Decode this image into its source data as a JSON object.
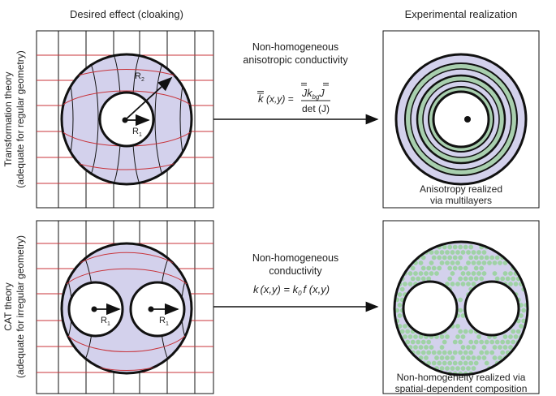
{
  "headers": {
    "left": "Desired effect (cloaking)",
    "right": "Experimental realization"
  },
  "row_labels": {
    "top": {
      "line1": "Transformation theory",
      "line2": "(adequate for regular geometry)"
    },
    "bottom": {
      "line1": "CAT theory",
      "line2": "(adequate for irregular geometry)"
    }
  },
  "top_row": {
    "arrow_text": {
      "line1": "Non-homogeneous",
      "line2": "anisotropic conductivity"
    },
    "formula": {
      "lhs": "k",
      "args": "(x,y) =",
      "numerator": "Jk",
      "numerator_sub": "bg",
      "numerator_end": "J",
      "denominator": "det (J)"
    },
    "cloak_labels": {
      "outer_radius": "R",
      "outer_sub": "2",
      "inner_radius": "R",
      "inner_sub": "1"
    },
    "caption": {
      "line1": "Anisotropy realized",
      "line2": "via multilayers"
    }
  },
  "bottom_row": {
    "arrow_text": {
      "line1": "Non-homogeneous",
      "line2": "conductivity"
    },
    "formula": {
      "lhs": "k",
      "args": "(x,y) = k",
      "sub": "0",
      "rhs": "f (x,y)"
    },
    "cloak_labels": {
      "left_radius": "R",
      "left_sub": "1",
      "right_radius": "R",
      "right_sub": "1"
    },
    "caption": {
      "line1": "Non-homogeneity realized via",
      "line2": "spatial-dependent composition"
    }
  },
  "colors": {
    "cloak_fill": "#d3d1ec",
    "grid_red": "#c8333a",
    "layer_green": "#a8cfae",
    "particle_green": "#9fd2a5",
    "stroke": "#111111"
  }
}
